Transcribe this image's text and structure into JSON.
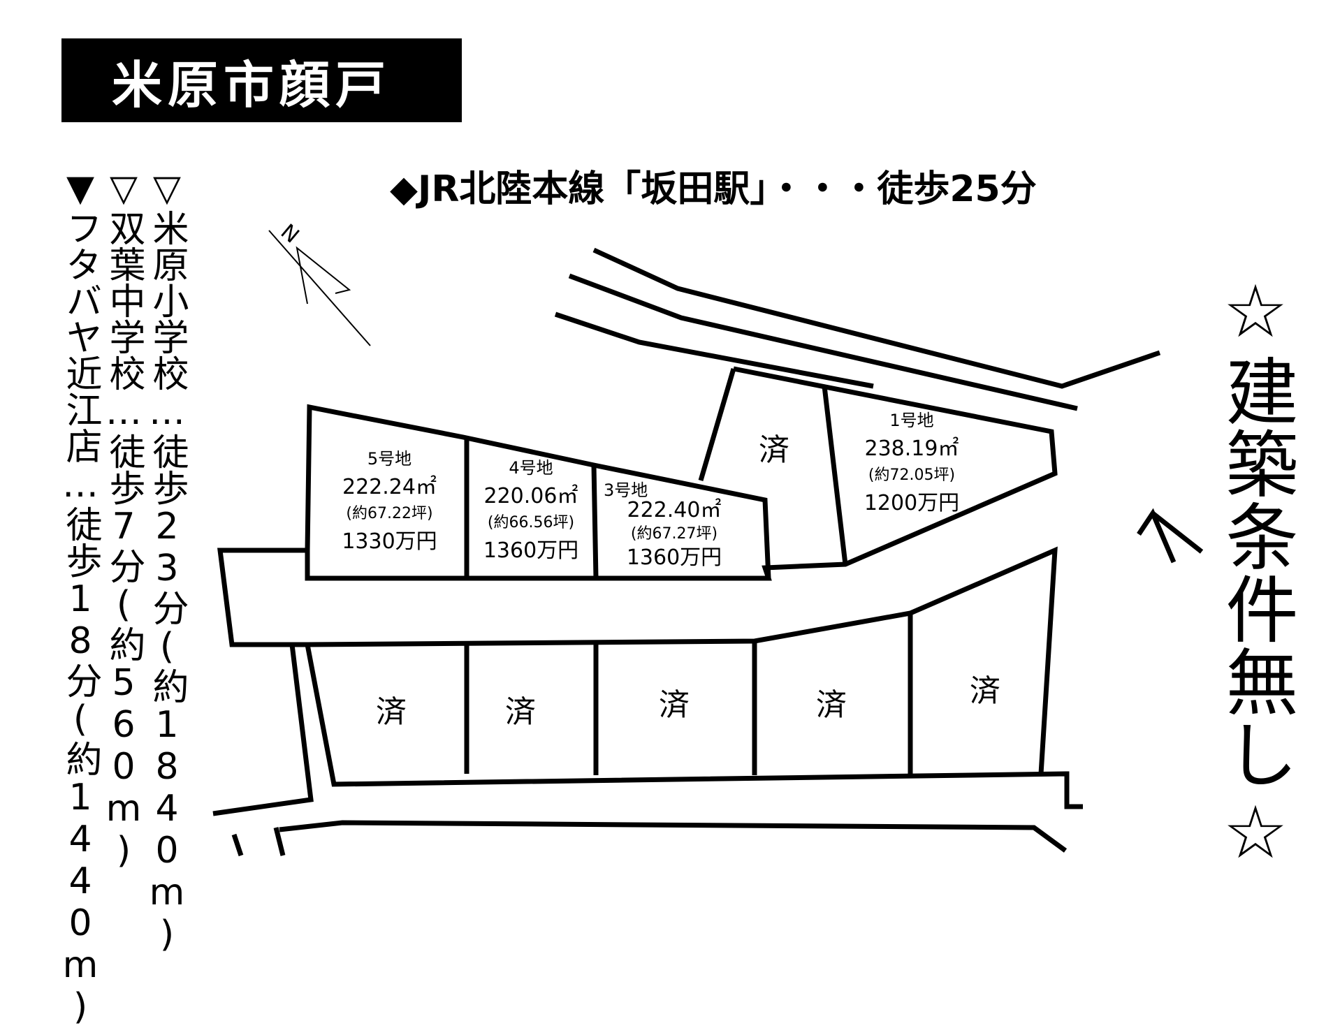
{
  "title": "米原市顔戸",
  "station": "◆JR北陸本線「坂田駅」・・・徒歩25分",
  "nearby": [
    "▽米原小学校…徒歩23分(約1840m)",
    "▽双葉中学校…徒歩7分(約560m)",
    "▼フタバヤ近江店…徒歩18分(約1440m)"
  ],
  "condition": "☆建築条件無し☆",
  "north_mark": "N",
  "lots": [
    {
      "name": "1号地",
      "area": "238.19㎡",
      "tsubo": "(約72.05坪)",
      "price": "1200万円"
    },
    {
      "name": "3号地",
      "area": "222.40㎡",
      "tsubo": "(約67.27坪)",
      "price": "1360万円"
    },
    {
      "name": "4号地",
      "area": "220.06㎡",
      "tsubo": "(約66.56坪)",
      "price": "1360万円"
    },
    {
      "name": "5号地",
      "area": "222.24㎡",
      "tsubo": "(約67.22坪)",
      "price": "1330万円"
    }
  ],
  "sold_label": "済"
}
